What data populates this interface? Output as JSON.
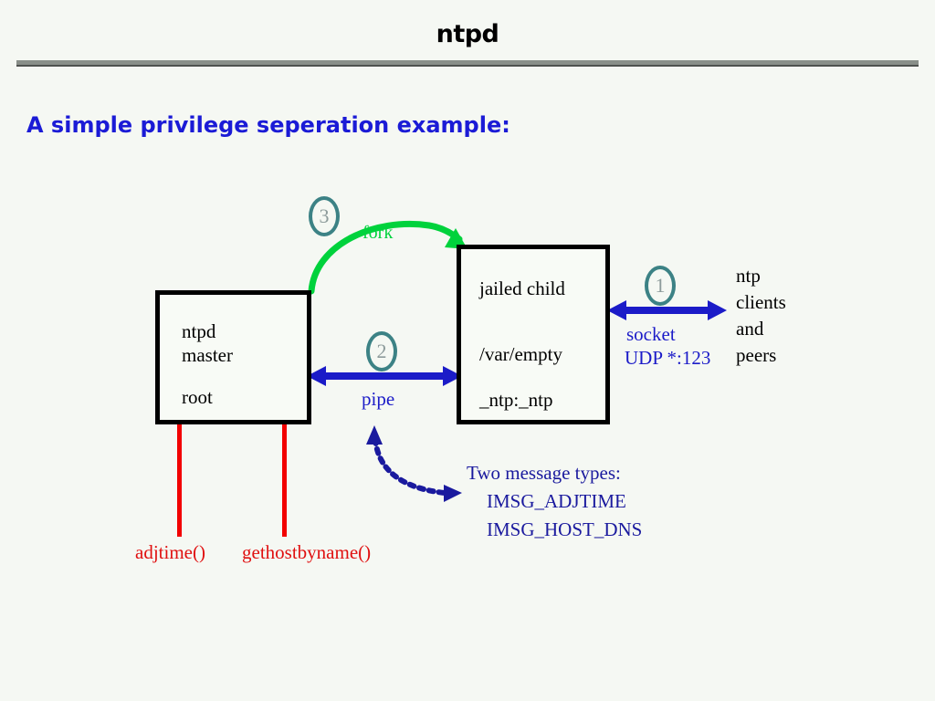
{
  "slide": {
    "title": "ntpd",
    "subtitle": "A simple privilege seperation example:",
    "background_color": "#f5f8f3",
    "rule_color": "#898f89"
  },
  "boxes": {
    "master": {
      "lines": [
        "ntpd",
        "master",
        "root"
      ]
    },
    "child": {
      "lines": [
        "jailed child",
        "/var/empty",
        "_ntp:_ntp"
      ]
    }
  },
  "steps": [
    {
      "number": "1",
      "relates_to": "socket",
      "color": "#3c8285"
    },
    {
      "number": "2",
      "relates_to": "pipe",
      "color": "#3c8285"
    },
    {
      "number": "3",
      "relates_to": "fork",
      "color": "#3c8285"
    }
  ],
  "arrows": {
    "fork": {
      "label": "fork",
      "color": "#00d23c",
      "style": "curved-single-head"
    },
    "pipe": {
      "label": "pipe",
      "color": "#1b1bc8",
      "style": "straight-double-head"
    },
    "socket": {
      "label_line1": "socket",
      "label_line2": "UDP *:123",
      "color": "#1b1bc8",
      "style": "straight-double-head"
    },
    "message": {
      "color": "#1a1a9e",
      "style": "curved-dotted-double-head"
    }
  },
  "labels": {
    "clients": [
      "ntp",
      "clients",
      "and",
      "peers"
    ],
    "message_types": {
      "heading": "Two message types:",
      "items": [
        "IMSG_ADJTIME",
        "IMSG_HOST_DNS"
      ]
    },
    "syscalls": [
      "adjtime()",
      "gethostbyname()"
    ],
    "syscall_line_color": "#f20000"
  }
}
